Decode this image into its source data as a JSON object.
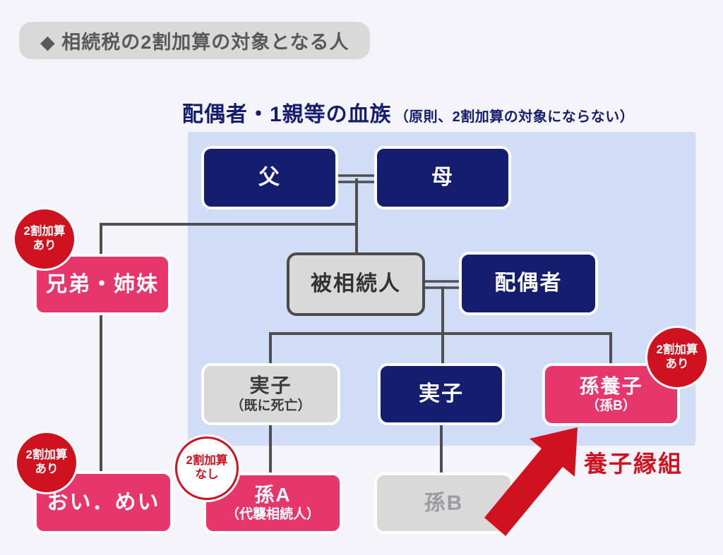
{
  "page": {
    "title": "◆ 相続税の2割加算の対象となる人"
  },
  "group": {
    "heading": "配偶者・1親等の血族",
    "heading_note": "（原則、2割加算の対象にならない）"
  },
  "nodes": {
    "father": {
      "label": "父"
    },
    "mother": {
      "label": "母"
    },
    "decedent": {
      "label": "被相続人"
    },
    "spouse": {
      "label": "配偶者"
    },
    "siblings": {
      "label": "兄弟・姉妹"
    },
    "nephew_niece": {
      "label": "おい．めい"
    },
    "child_deceased": {
      "label": "実子",
      "sub": "（既に死亡）"
    },
    "child": {
      "label": "実子"
    },
    "grandchild_adopted": {
      "label": "孫養子",
      "sub": "（孫B）"
    },
    "grandchild_a": {
      "label": "孫A",
      "sub": "（代襲相続人）"
    },
    "grandchild_b": {
      "label": "孫B"
    }
  },
  "badges": {
    "siblings": {
      "line1": "2割加算",
      "line2": "あり"
    },
    "nephew_niece": {
      "line1": "2割加算",
      "line2": "あり"
    },
    "grandchild_adopted": {
      "line1": "2割加算",
      "line2": "あり"
    },
    "grandchild_a": {
      "line1": "2割加算",
      "line2": "なし"
    }
  },
  "annotations": {
    "adoption": "養子縁組"
  },
  "colors": {
    "page_bg": "#f5f4fb",
    "panel_blue": "#d1dcf7",
    "navy": "#151d6e",
    "pink": "#e7366b",
    "red": "#cf121f",
    "gray_box": "#d9d9d9",
    "gray_border": "#4a4a4a",
    "muted_text": "#9b9ba3",
    "line": "#4f4f4f",
    "title_bg": "#d9d9d9",
    "title_text": "#595959"
  }
}
